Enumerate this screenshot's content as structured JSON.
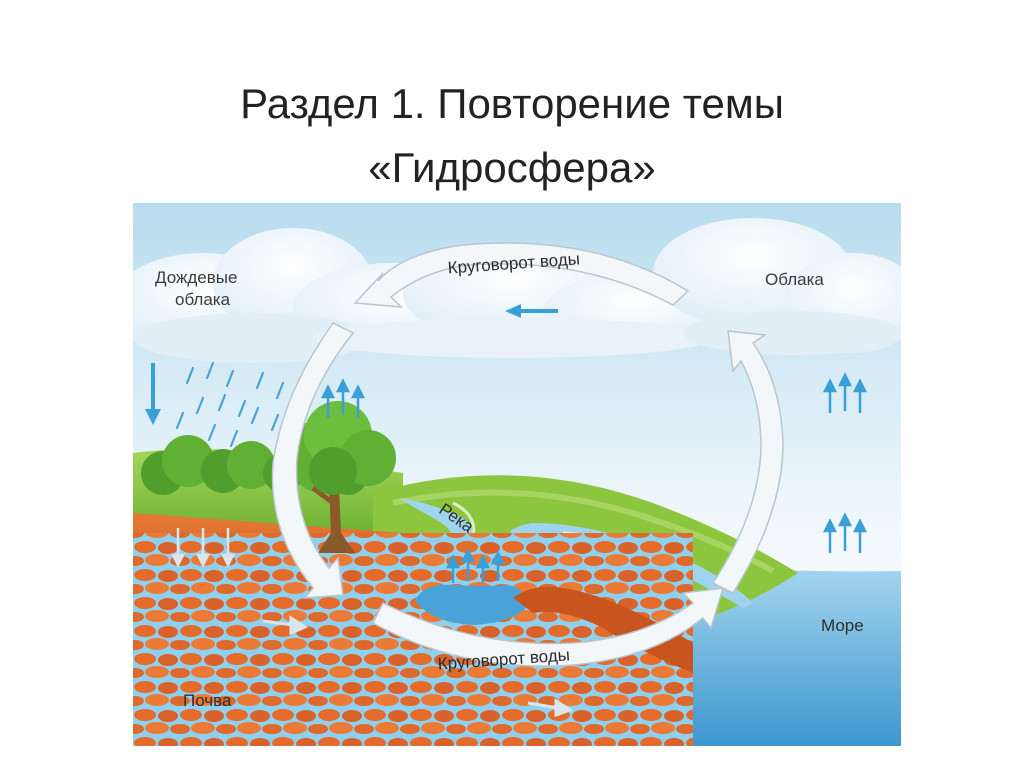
{
  "title": {
    "line1": "Раздел 1. Повторение темы",
    "line2": "«Гидросфера»"
  },
  "diagram": {
    "labels": {
      "rain_clouds_line1": "Дождевые",
      "rain_clouds_line2": "облака",
      "clouds": "Облака",
      "river": "Река",
      "sea": "Море",
      "soil": "Почва"
    },
    "cycle_label_top": "Круговорот воды",
    "cycle_label_bottom": "Круговорот воды"
  },
  "colors": {
    "sky_top": "#b8dcef",
    "sky_bottom": "#f1f8fc",
    "grass": "#8cc63f",
    "soil": "#e06a2a",
    "water": "#4aa3d8",
    "arrow_fill": "#f4f7f9",
    "small_arrow": "#3a9fd8"
  },
  "icons": {
    "cycle_arrow": "curved-arrow-icon",
    "evaporation_arrow": "up-arrow-icon",
    "wind_arrow": "left-arrow-icon",
    "rain_arrow": "down-arrow-icon",
    "flow_arrow": "right-arrow-icon"
  }
}
